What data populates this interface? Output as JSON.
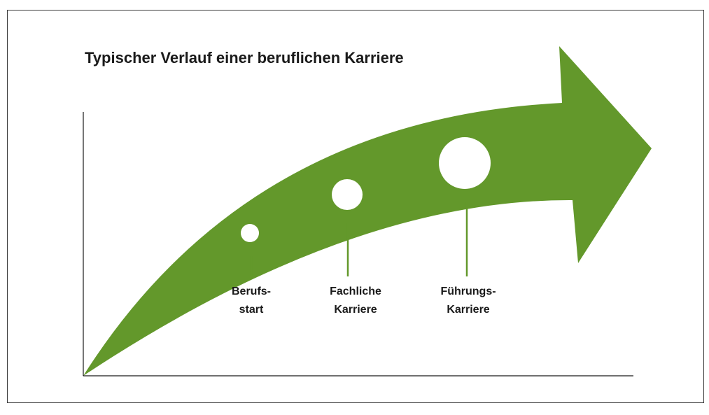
{
  "title": "Typischer Verlauf einer beruflichen Karriere",
  "colors": {
    "arrow": "#63982b",
    "axis": "#1a1a1a",
    "text": "#1a1a1a",
    "marker": "#ffffff"
  },
  "stages": [
    {
      "line1": "Berufs-",
      "line2": "start"
    },
    {
      "line1": "Fachliche",
      "line2": "Karriere"
    },
    {
      "line1": "Führungs-",
      "line2": "Karriere"
    }
  ]
}
